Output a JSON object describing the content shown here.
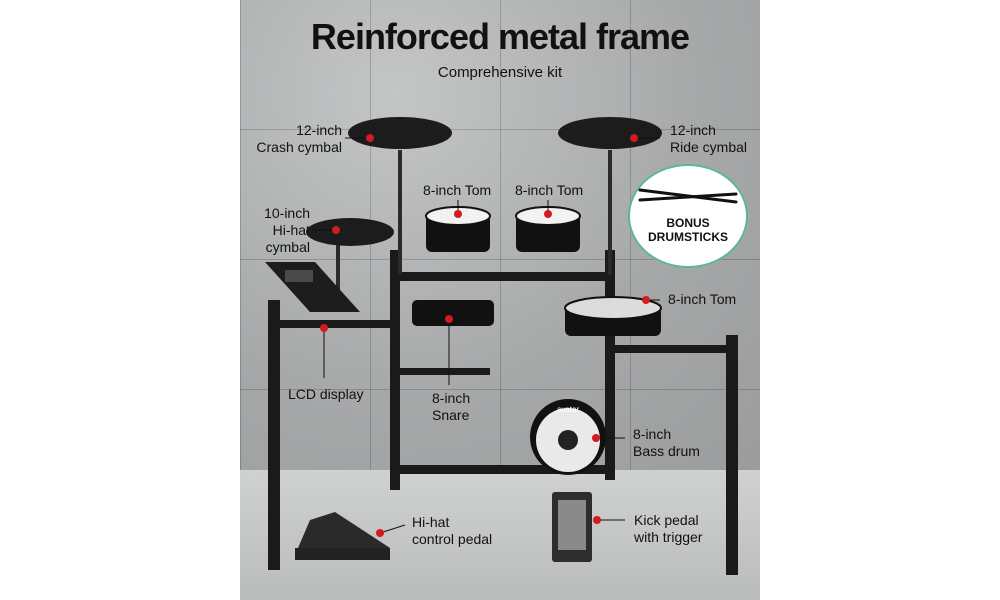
{
  "title": "Reinforced metal frame",
  "subtitle": "Comprehensive kit",
  "brand_text": "avatar",
  "badge": {
    "line1": "BONUS",
    "line2": "DRUMSTICKS"
  },
  "labels": {
    "crash": [
      "12-inch",
      "Crash cymbal"
    ],
    "ride": [
      "12-inch",
      "Ride cymbal"
    ],
    "tom_left": "8-inch Tom",
    "tom_right": "8-inch Tom",
    "tom_side": "8-inch Tom",
    "hihat": [
      "10-inch",
      "Hi-hat",
      "cymbal"
    ],
    "lcd": "LCD display",
    "snare": [
      "8-inch",
      "Snare"
    ],
    "bass": [
      "8-inch",
      "Bass drum"
    ],
    "hihat_pedal": [
      "Hi-hat",
      "control pedal"
    ],
    "kick": [
      "Kick pedal",
      "with trigger"
    ]
  },
  "colors": {
    "accent": "#d21a1f",
    "badge_ring": "#5bb89a"
  }
}
